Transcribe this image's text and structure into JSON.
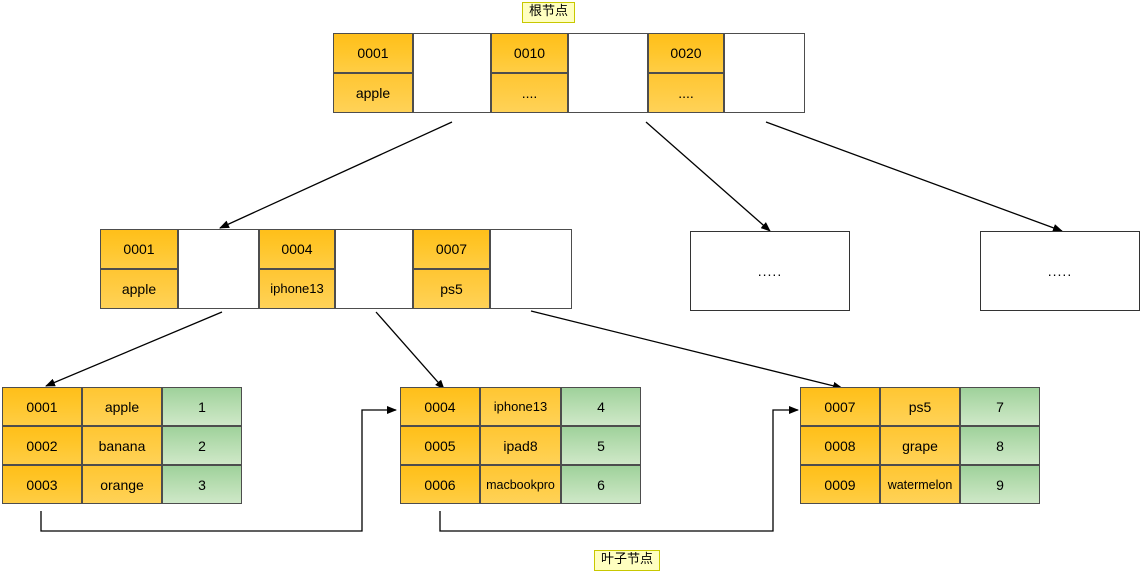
{
  "labels": {
    "root": "根节点",
    "leaf": "叶子节点"
  },
  "root_node": {
    "entries": [
      {
        "key": "0001",
        "value": "apple",
        "pointer": ""
      },
      {
        "key": "0010",
        "value": "....",
        "pointer": ""
      },
      {
        "key": "0020",
        "value": "....",
        "pointer": ""
      }
    ]
  },
  "internal_nodes": [
    {
      "entries": [
        {
          "key": "0001",
          "value": "apple",
          "pointer": ""
        },
        {
          "key": "0004",
          "value": "iphone13",
          "pointer": ""
        },
        {
          "key": "0007",
          "value": "ps5",
          "pointer": ""
        }
      ]
    },
    {
      "placeholder": "....."
    },
    {
      "placeholder": "....."
    }
  ],
  "leaf_nodes": [
    {
      "rows": [
        {
          "key": "0001",
          "name": "apple",
          "data": "1"
        },
        {
          "key": "0002",
          "name": "banana",
          "data": "2"
        },
        {
          "key": "0003",
          "name": "orange",
          "data": "3"
        }
      ]
    },
    {
      "rows": [
        {
          "key": "0004",
          "name": "iphone13",
          "data": "4"
        },
        {
          "key": "0005",
          "name": "ipad8",
          "data": "5"
        },
        {
          "key": "0006",
          "name": "macbookpro",
          "data": "6"
        }
      ]
    },
    {
      "rows": [
        {
          "key": "0007",
          "name": "ps5",
          "data": "7"
        },
        {
          "key": "0008",
          "name": "grape",
          "data": "8"
        },
        {
          "key": "0009",
          "name": "watermelon",
          "data": "9"
        }
      ]
    }
  ],
  "colors": {
    "key_orange": "#ffbf1a",
    "value_orange": "#ffc633",
    "data_green": "#9fd19b",
    "label_yellow": "#ffffc0",
    "label_border": "#c8c800",
    "line": "#000000",
    "cell_border": "#4d4d4d"
  }
}
